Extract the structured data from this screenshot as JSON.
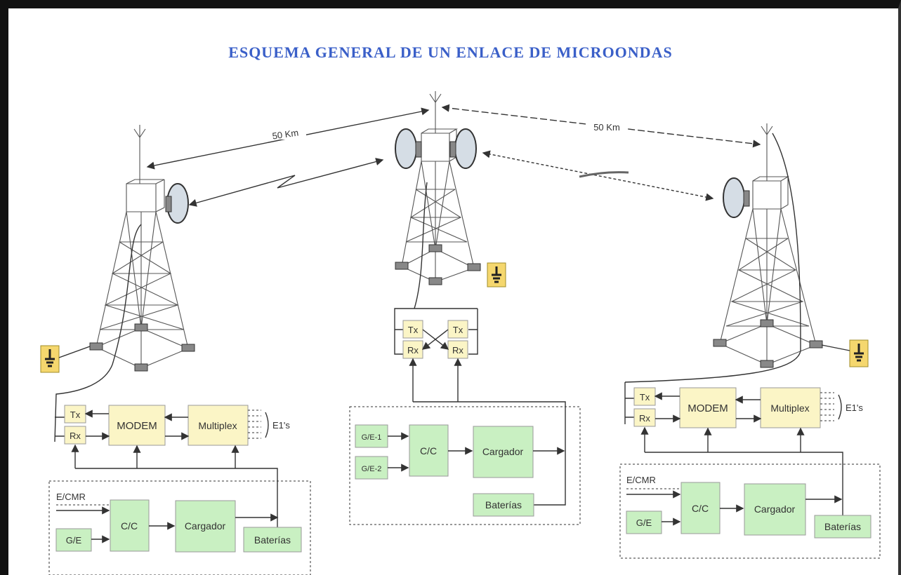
{
  "title": "ESQUEMA GENERAL DE UN ENLACE DE MICROONDAS",
  "links": {
    "left_distance": "50 Km",
    "right_distance": "50 Km"
  },
  "left_station": {
    "tx": "Tx",
    "rx": "Rx",
    "modem": "MODEM",
    "mux": "Multiplex",
    "e1": "E1's",
    "ecmr": "E/CMR",
    "ge": "G/E",
    "cc": "C/C",
    "charger": "Cargador",
    "batteries": "Baterías"
  },
  "center_station": {
    "tx1": "Tx",
    "rx1": "Rx",
    "tx2": "Tx",
    "rx2": "Rx",
    "ge1": "G/E-1",
    "ge2": "G/E-2",
    "cc": "C/C",
    "charger": "Cargador",
    "batteries": "Baterías"
  },
  "right_station": {
    "tx": "Tx",
    "rx": "Rx",
    "modem": "MODEM",
    "mux": "Multiplex",
    "e1": "E1's",
    "ecmr": "E/CMR",
    "ge": "G/E",
    "cc": "C/C",
    "charger": "Cargador",
    "batteries": "Baterías"
  },
  "colors": {
    "title": "#3a5fc8",
    "equipment": "#fbf5c6",
    "power": "#c9f0c2",
    "ground": "#f5d76e"
  }
}
